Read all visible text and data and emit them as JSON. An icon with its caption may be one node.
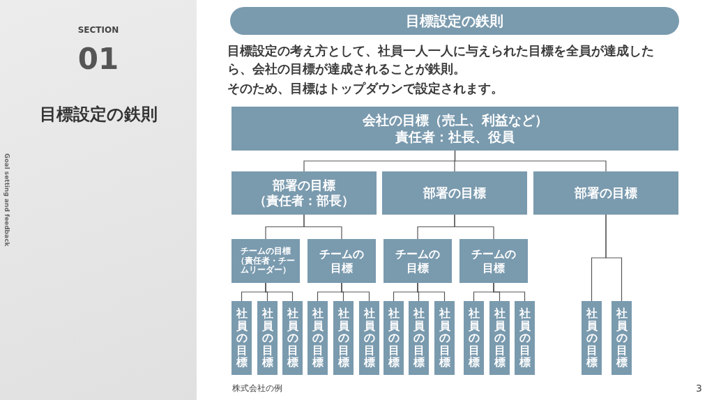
{
  "diagram": {
    "title": "目標設定の鉄則",
    "nodes": [
      {
        "text": [
          "会社の目標（売上、利益など）",
          "責任者：社長、役員"
        ]
      },
      {
        "text": [
          "部署の目標",
          "（責任者：部長）"
        ]
      },
      {
        "text": [
          "部署の目標"
        ]
      },
      {
        "text": [
          "部署の目標"
        ]
      },
      {
        "text": [
          "チームの目標",
          "（責任者・チームリーダー）"
        ]
      },
      {
        "text": [
          "チームの目標"
        ]
      },
      {
        "text": [
          "チームの目標"
        ]
      },
      {
        "text": [
          "チームの目標"
        ]
      },
      {
        "text": [
          "社員の目標"
        ]
      },
      {
        "text": [
          "社員の目標"
        ]
      },
      {
        "text": [
          "社員の目標"
        ]
      },
      {
        "text": [
          "社員の目標"
        ]
      },
      {
        "text": [
          "社員の目標"
        ]
      },
      {
        "text": [
          "社員の目標"
        ]
      },
      {
        "text": [
          "社員の目標"
        ]
      },
      {
        "text": [
          "社員の目標"
        ]
      },
      {
        "text": [
          "社員の目標"
        ]
      },
      {
        "text": [
          "社員の目標"
        ]
      },
      {
        "text": [
          "社員の目標"
        ]
      },
      {
        "text": [
          "社員の目標"
        ]
      },
      {
        "text": [
          "社員の目標"
        ]
      },
      {
        "text": [
          "社員の目標"
        ]
      }
    ],
    "edges": [
      {
        "from": 0,
        "to": 1,
        "arrow": "none"
      },
      {
        "from": 0,
        "to": 2,
        "arrow": "none"
      },
      {
        "from": 0,
        "to": 3,
        "arrow": "none"
      },
      {
        "from": 1,
        "to": 4,
        "arrow": "none"
      },
      {
        "from": 1,
        "to": 5,
        "arrow": "none"
      },
      {
        "from": 2,
        "to": 6,
        "arrow": "none"
      },
      {
        "from": 2,
        "to": 7,
        "arrow": "none"
      },
      {
        "from": 4,
        "to": 8,
        "arrow": "none"
      },
      {
        "from": 4,
        "to": 9,
        "arrow": "none"
      },
      {
        "from": 4,
        "to": 10,
        "arrow": "none"
      },
      {
        "from": 5,
        "to": 11,
        "arrow": "none"
      },
      {
        "from": 5,
        "to": 12,
        "arrow": "none"
      },
      {
        "from": 5,
        "to": 13,
        "arrow": "none"
      },
      {
        "from": 6,
        "to": 14,
        "arrow": "none"
      },
      {
        "from": 6,
        "to": 15,
        "arrow": "none"
      },
      {
        "from": 6,
        "to": 16,
        "arrow": "none"
      },
      {
        "from": 7,
        "to": 17,
        "arrow": "none"
      },
      {
        "from": 7,
        "to": 18,
        "arrow": "none"
      },
      {
        "from": 7,
        "to": 19,
        "arrow": "none"
      },
      {
        "from": 3,
        "to": 20,
        "arrow": "none"
      },
      {
        "from": 3,
        "to": 21,
        "arrow": "none"
      }
    ],
    "labels": [
      "SECTION",
      "01",
      "目標設定の鉄則",
      "Goal setting and feedback",
      "**目標設定の考え方として**、社員一人一人に与えられた目標を全員が達成したら、**会社の目標が達成されること**が鉄則。",
      "そのため、目標はトップダウンで設定されます。",
      "株式会社の例",
      "3"
    ]
  }
}
